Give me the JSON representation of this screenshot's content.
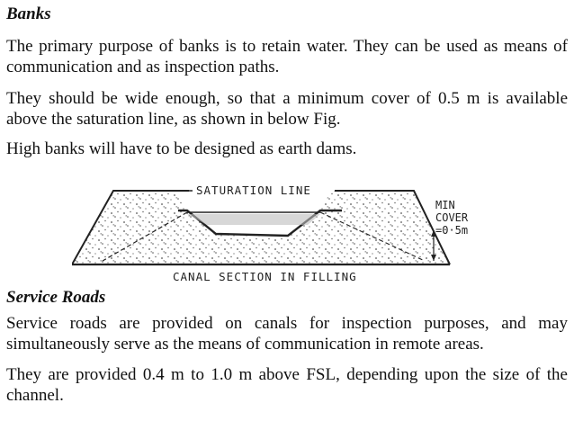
{
  "banks": {
    "heading": "Banks",
    "para1": "The primary purpose of banks is to retain water. They can be used as means of communication and as inspection paths.",
    "para2": "They should be wide enough, so that a minimum cover of 0.5 m is available above the saturation line, as shown in below Fig.",
    "para3": "High banks will have to be designed as earth dams."
  },
  "figure": {
    "saturation_label": "SATURATION LINE",
    "min_cover_line1": "MIN",
    "min_cover_line2": "COVER",
    "min_cover_line3": "=0·5m",
    "caption": "CANAL SECTION IN FILLING",
    "colors": {
      "ink": "#222222",
      "speckle": "#555555"
    }
  },
  "service_roads": {
    "heading": "Service Roads",
    "para1": "Service roads are provided on canals for inspection purposes, and may simultaneously serve as the means of communication in remote areas.",
    "para2": "They are provided 0.4 m to 1.0 m above FSL, depending upon the size of the channel."
  }
}
